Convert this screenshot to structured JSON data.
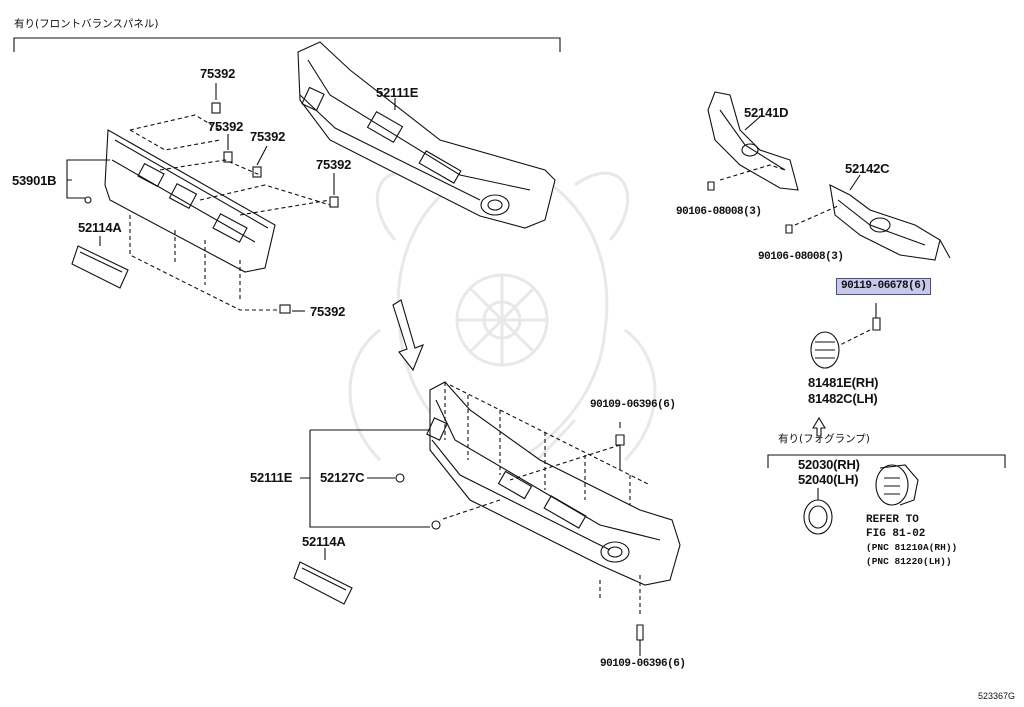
{
  "labels": {
    "option_bumper_panel": "有り(フロントバランスパネル)",
    "option_foglamp": "有り(フォグランプ)",
    "p_75392_a": "75392",
    "p_75392_b": "75392",
    "p_75392_c": "75392",
    "p_75392_d": "75392",
    "p_75392_e": "75392",
    "p_53901b": "53901B",
    "p_52114a_top": "52114A",
    "p_52111e_top": "52111E",
    "p_52141d": "52141D",
    "p_52142c": "52142C",
    "p_90106_a": "90106-08008(3)",
    "p_90106_b": "90106-08008(3)",
    "p_90119": "90119-06678(6)",
    "p_81481e": "81481E(RH)",
    "p_81482c": "81482C(LH)",
    "p_90109_top": "90109-06396(6)",
    "p_90109_bottom": "90109-06396(6)",
    "p_52111e_bottom": "52111E",
    "p_52127c": "52127C",
    "p_52114a_bottom": "52114A",
    "p_52030": "52030(RH)",
    "p_52040": "52040(LH)",
    "refer_1": "REFER TO",
    "refer_2": "FIG 81-02",
    "refer_3": "(PNC 81210A(RH))",
    "refer_4": "(PNC 81220(LH))",
    "figure_code": "523367G"
  },
  "highlight_part": "90119-06678(6)",
  "colors": {
    "highlight_fill": "#c9c8e8",
    "highlight_border": "#4a4a9a",
    "line": "#111111",
    "watermark": "#e6e6e6"
  }
}
